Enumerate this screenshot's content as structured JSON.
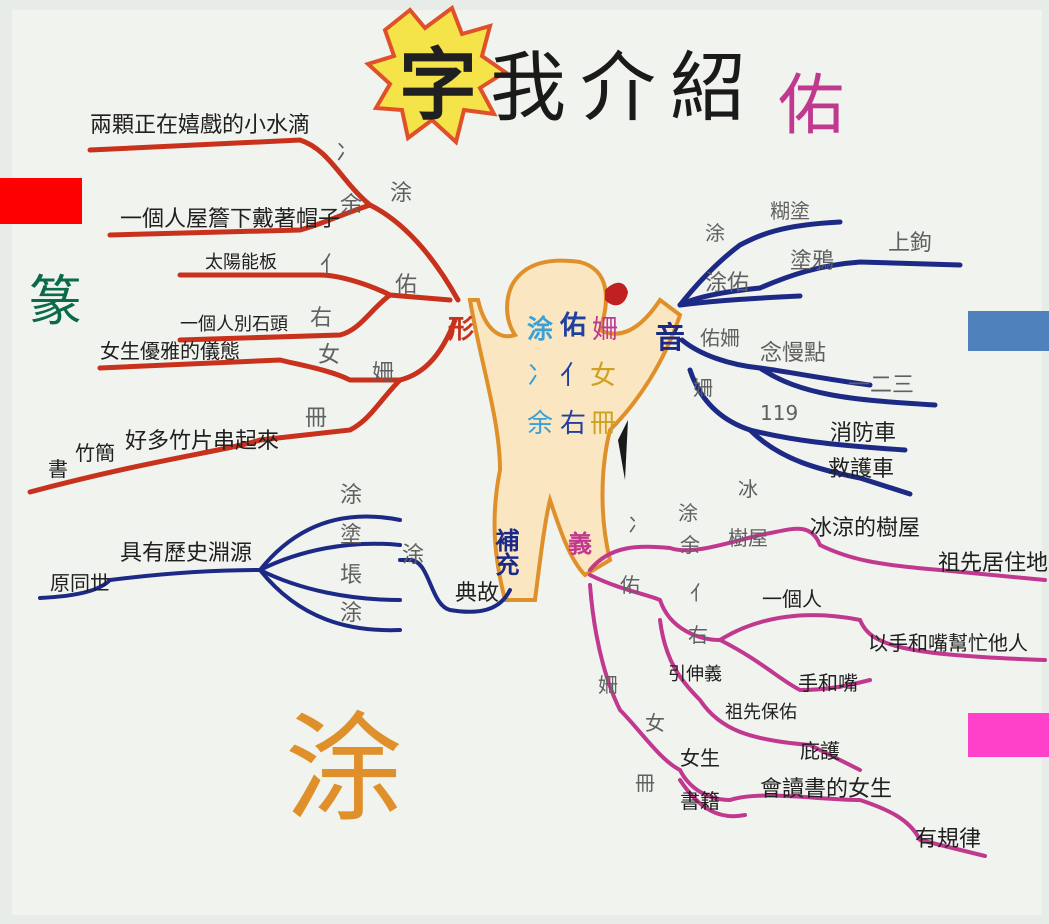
{
  "title": {
    "badge": "字",
    "rest": "我介紹",
    "side": "佑"
  },
  "center": {
    "chars": [
      "涂",
      "佑",
      "姍",
      "冫",
      "亻",
      "女",
      "余",
      "右",
      "冊"
    ],
    "left_label": "形",
    "right_label": "音",
    "bottom_left_label": "補充",
    "bottom_right_label": "義"
  },
  "left_branch": {
    "branch_chars": [
      "冫",
      "涂",
      "余",
      "亻",
      "佑",
      "右",
      "女",
      "姍",
      "冊"
    ],
    "leaves": [
      "兩顆正在嬉戲的小水滴",
      "一個人屋簷下戴著帽子",
      "太陽能板",
      "一個人別石頭",
      "女生優雅的儀態",
      "好多竹片串起來",
      "竹簡",
      "書"
    ],
    "side_glyph": "篆"
  },
  "right_branch": {
    "items": [
      "涂",
      "糊塗",
      "涂佑",
      "塗鴉",
      "上鉤",
      "佑姍",
      "念慢點",
      "一二三",
      "姍",
      "119",
      "消防車",
      "救護車"
    ]
  },
  "bottom_left_branch": {
    "hub": "典故",
    "char": "涂",
    "variants": [
      "涂",
      "塗",
      "㙊",
      "涂"
    ],
    "label": "具有歷史淵源",
    "origin": "原同世"
  },
  "bottom_right_branch": {
    "items": [
      "冫",
      "涂",
      "冰",
      "余",
      "樹屋",
      "冰涼的樹屋",
      "祖先居住地",
      "佑",
      "亻",
      "一個人",
      "右",
      "手和嘴",
      "以手和嘴幫忙他人",
      "引伸義",
      "祖先保佑",
      "庇護",
      "姍",
      "女",
      "女生",
      "冊",
      "書籍",
      "會讀書的女生",
      "有規律"
    ]
  },
  "footer_glyph": "涂",
  "colors": {
    "red": "#c8321c",
    "navy": "#1c2a86",
    "magenta": "#c0398e",
    "orange": "#e0902a",
    "marker_red": "#ff0000",
    "marker_blue": "#4f81bd",
    "marker_pink": "#ff40c8"
  }
}
